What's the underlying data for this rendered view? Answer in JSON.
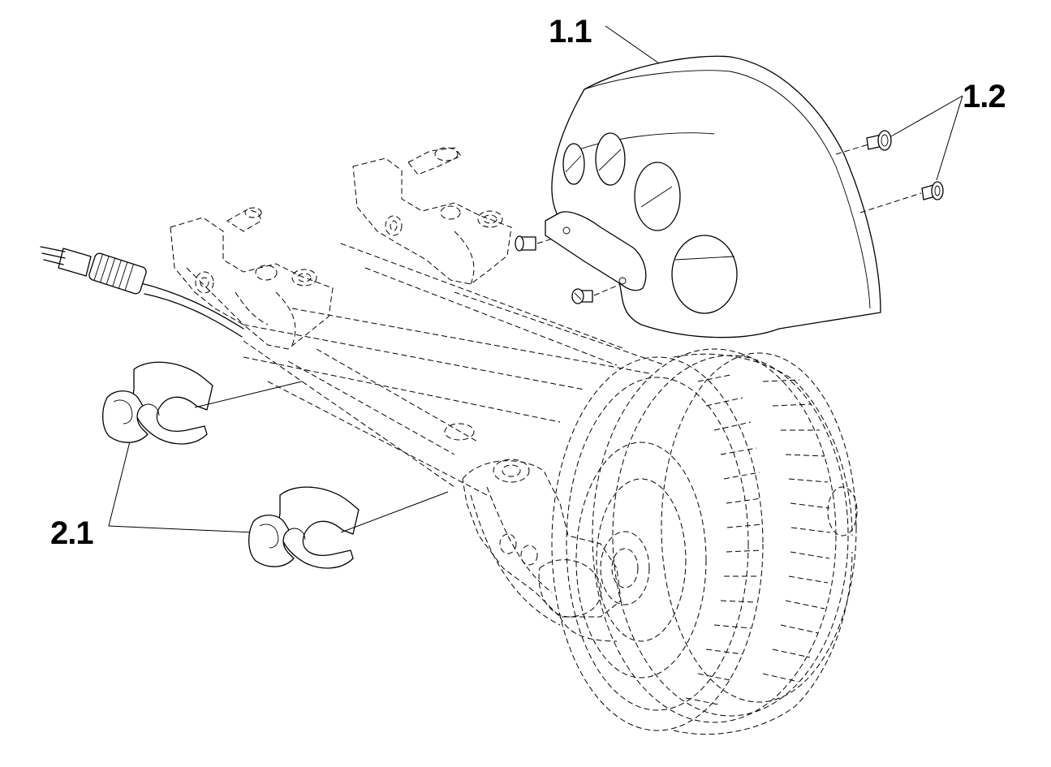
{
  "callouts": {
    "cover": "1.1",
    "screws": "1.2",
    "clips": "2.1"
  },
  "colors": {
    "line": "#000000",
    "background": "#ffffff"
  }
}
